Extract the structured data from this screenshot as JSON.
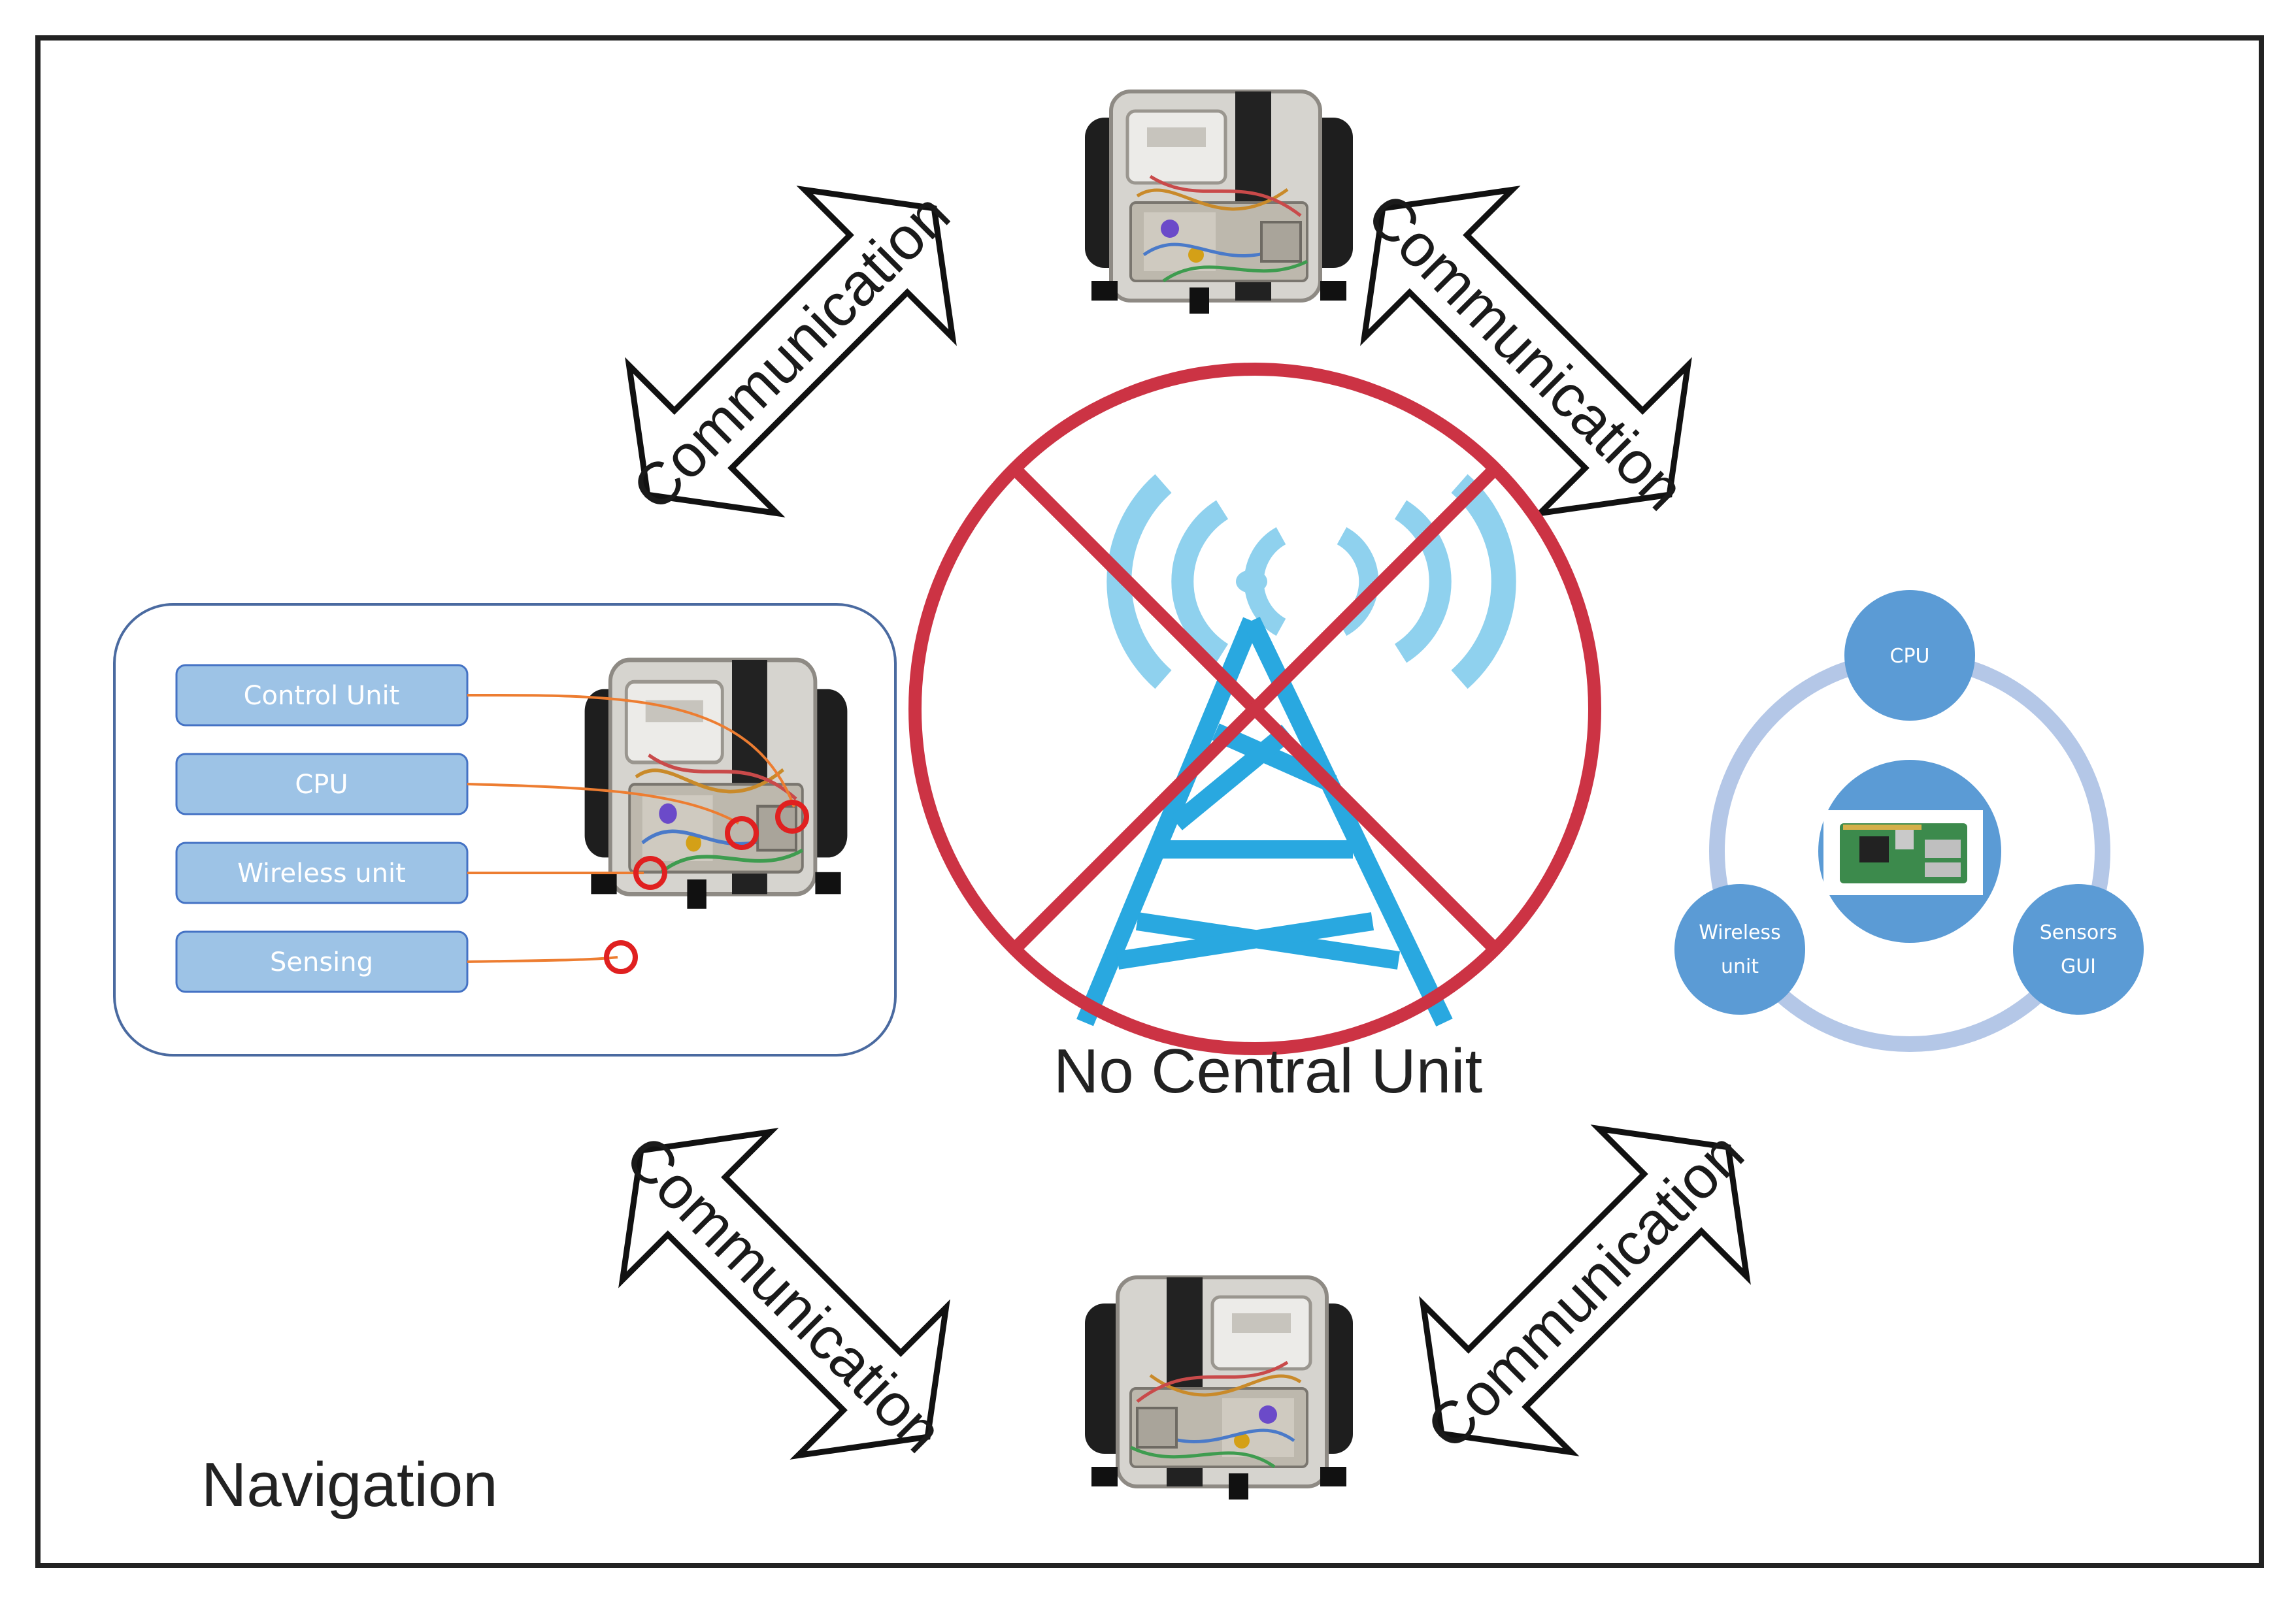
{
  "title": "",
  "arrows": {
    "top_left": "Communication",
    "top_right": "Communication",
    "bottom_left": "Communication",
    "bottom_right": "Communication"
  },
  "central": {
    "label": "No Central Unit",
    "prohibit_color": "#cc3344",
    "tower_color": "#29a8e0",
    "wave_color": "#8fd1ee"
  },
  "robot_panel": {
    "components": [
      "Control Unit",
      "CPU",
      "Wireless unit",
      "Sensing"
    ],
    "pill_color": "#9dc3e6",
    "pill_border": "#4472c4",
    "leader_color": "#ed7d31",
    "marker_color": "#e02020"
  },
  "cycle_diagram": {
    "nodes": {
      "top": [
        "CPU"
      ],
      "left": [
        "Wireless",
        "unit"
      ],
      "right": [
        "Sensors",
        "GUI"
      ]
    },
    "node_color": "#5b9bd5",
    "ring_color": "#b4c7e7"
  },
  "footer": {
    "label": "Navigation"
  },
  "icons": {
    "robot": "robot-photo-icon",
    "tower": "radio-tower-icon",
    "prohibit": "prohibition-sign-icon",
    "board": "circuit-board-icon"
  }
}
